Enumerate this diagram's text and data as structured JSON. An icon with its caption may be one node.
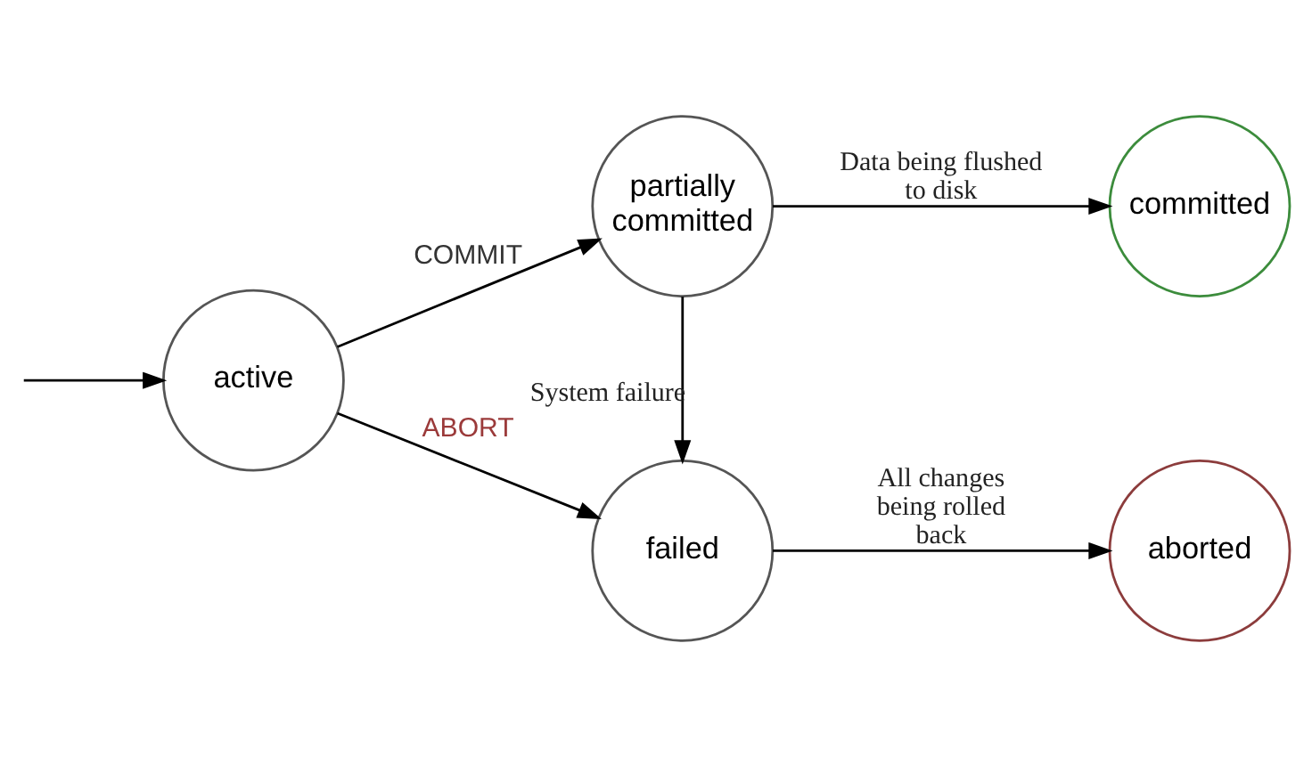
{
  "diagram": {
    "nodes": [
      {
        "text": [
          "active"
        ]
      },
      {
        "text": [
          "partially committed"
        ]
      },
      {
        "text": [
          "committed"
        ]
      },
      {
        "text": [
          "failed"
        ]
      },
      {
        "text": [
          "aborted"
        ]
      }
    ],
    "edges": [
      {
        "from": null,
        "to": 0,
        "arrow": "to"
      },
      {
        "from": 0,
        "to": 1,
        "arrow": "to",
        "label": "COMMIT"
      },
      {
        "from": 0,
        "to": 3,
        "arrow": "to",
        "label": "ABORT"
      },
      {
        "from": 1,
        "to": 2,
        "arrow": "to",
        "label": "Data being flushed to disk"
      },
      {
        "from": 1,
        "to": 3,
        "arrow": "to",
        "label": "System failure"
      },
      {
        "from": 3,
        "to": 4,
        "arrow": "to",
        "label": "All changes being rolled back"
      }
    ]
  }
}
